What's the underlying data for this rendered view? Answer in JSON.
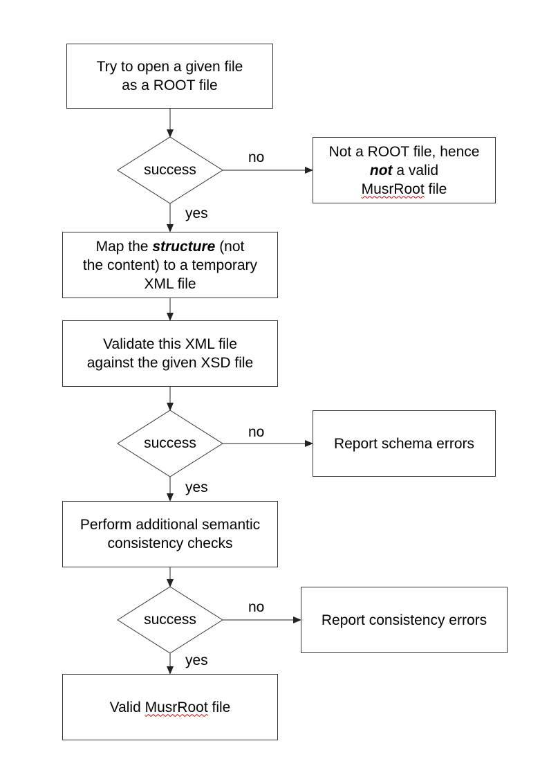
{
  "steps": {
    "open_root": {
      "line1": "Try to open a given file",
      "line2": "as a ROOT file"
    },
    "not_root": {
      "line1": "Not a ROOT file, hence",
      "line2_em": "not",
      "line2_rest": " a valid",
      "line3_squiggle": "MusrRoot",
      "line3_rest": " file"
    },
    "map_structure": {
      "line1_pre": "Map the ",
      "line1_em": "structure",
      "line1_post": " (not",
      "line2": "the content) to a temporary",
      "line3": "XML file"
    },
    "validate_xml": {
      "line1": "Validate this XML file",
      "line2": "against the given XSD file"
    },
    "schema_errors": {
      "line1": "Report schema errors"
    },
    "semantic_checks": {
      "line1": "Perform additional semantic",
      "line2": "consistency checks"
    },
    "consistency_errors": {
      "line1": "Report consistency errors"
    },
    "valid_file": {
      "line1_pre": "Valid ",
      "line1_squiggle": "MusrRoot",
      "line1_post": " file"
    }
  },
  "decisions": [
    {
      "label": "success",
      "no_label": "no",
      "yes_label": "yes"
    },
    {
      "label": "success",
      "no_label": "no",
      "yes_label": "yes"
    },
    {
      "label": "success",
      "no_label": "no",
      "yes_label": "yes"
    }
  ],
  "colors": {
    "stroke": "#333333",
    "squiggle": "#cc0000"
  }
}
